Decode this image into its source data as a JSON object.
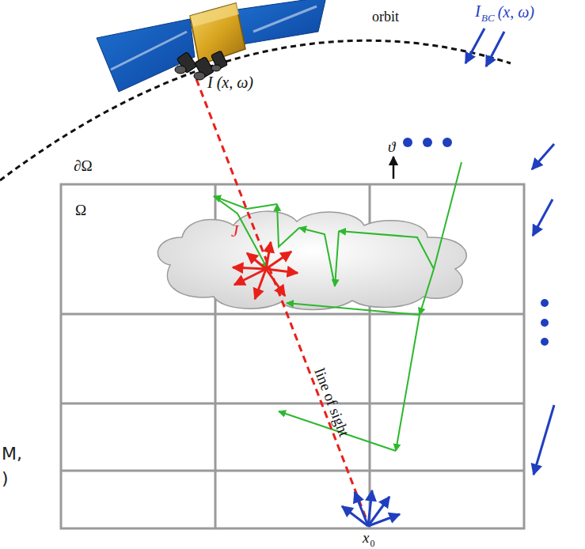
{
  "diagram": {
    "labels": [
      "orbit",
      "I (x, ω)",
      "I",
      "BC",
      "(x, ω)",
      "ϑ",
      "∂Ω",
      "Ω",
      "J",
      "line of sight",
      "x",
      "0",
      "M,",
      ")"
    ]
  }
}
